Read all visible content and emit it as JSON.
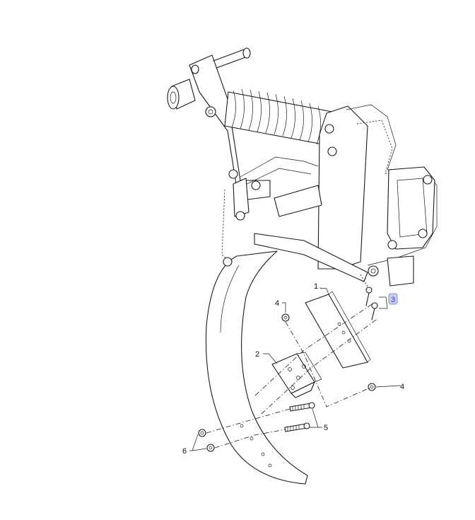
{
  "callouts": [
    {
      "id": "1",
      "text": "1"
    },
    {
      "id": "2",
      "text": "2"
    },
    {
      "id": "3",
      "text": "3",
      "highlighted": true
    },
    {
      "id": "4a",
      "text": "4"
    },
    {
      "id": "4b",
      "text": "4"
    },
    {
      "id": "5",
      "text": "5"
    },
    {
      "id": "6",
      "text": "6"
    }
  ],
  "colors": {
    "line": "#1a1a1a",
    "highlight_fill": "#c9cff5",
    "highlight_text": "#2b3aa8",
    "background": "#ffffff"
  }
}
